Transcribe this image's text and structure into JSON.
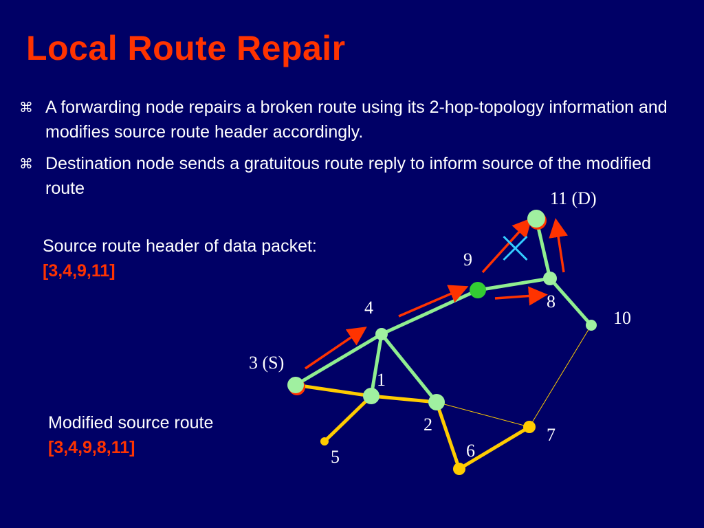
{
  "slide": {
    "title": "Local Route Repair",
    "bullet_icon": "cmd-key-icon",
    "bullets": [
      "A forwarding node repairs a broken route using its 2-hop-topology information and modifies source route header accordingly.",
      "Destination node sends a gratuitous route reply to inform source of the modified route"
    ],
    "header_note": {
      "text": "Source route header of data packet: ",
      "route": "[3,4,9,11]"
    },
    "modified_note": {
      "text": "Modified source route",
      "route": "[3,4,9,8,11]"
    }
  },
  "colors": {
    "background": "#000066",
    "title": "#ff3300",
    "route_highlight": "#ff3300",
    "green_node": "#a0f0a0",
    "green_link": "#90ee90",
    "yellow_node": "#ffcc00",
    "yellow_link": "#ffcc00",
    "node_9": "#33cc33",
    "arrow": "#ff3300",
    "break_mark": "#33ccff"
  },
  "graph": {
    "nodes": [
      {
        "id": "3",
        "label": "3 (S)",
        "color": "green",
        "role": "source"
      },
      {
        "id": "4",
        "label": "4",
        "color": "green"
      },
      {
        "id": "1",
        "label": "1",
        "color": "green"
      },
      {
        "id": "2",
        "label": "2",
        "color": "green"
      },
      {
        "id": "9",
        "label": "9",
        "color": "dark-green"
      },
      {
        "id": "11",
        "label": "11 (D)",
        "color": "green",
        "role": "destination"
      },
      {
        "id": "8",
        "label": "8",
        "color": "green"
      },
      {
        "id": "10",
        "label": "10",
        "color": "green"
      },
      {
        "id": "5",
        "label": "5",
        "color": "yellow"
      },
      {
        "id": "6",
        "label": "6",
        "color": "yellow"
      },
      {
        "id": "7",
        "label": "7",
        "color": "yellow"
      }
    ],
    "links": [
      {
        "from": "3",
        "to": "4",
        "style": "green"
      },
      {
        "from": "4",
        "to": "9",
        "style": "green"
      },
      {
        "from": "4",
        "to": "1",
        "style": "green"
      },
      {
        "from": "4",
        "to": "2",
        "style": "green"
      },
      {
        "from": "9",
        "to": "8",
        "style": "green"
      },
      {
        "from": "8",
        "to": "11",
        "style": "green"
      },
      {
        "from": "8",
        "to": "10",
        "style": "green"
      },
      {
        "from": "3",
        "to": "1",
        "style": "yellow"
      },
      {
        "from": "1",
        "to": "2",
        "style": "yellow"
      },
      {
        "from": "1",
        "to": "5",
        "style": "yellow"
      },
      {
        "from": "2",
        "to": "6",
        "style": "yellow"
      },
      {
        "from": "6",
        "to": "7",
        "style": "yellow"
      },
      {
        "from": "2",
        "to": "7",
        "style": "thin"
      },
      {
        "from": "10",
        "to": "7",
        "style": "thin"
      }
    ],
    "route_arrows": [
      {
        "from": "3",
        "to": "4"
      },
      {
        "from": "4",
        "to": "9"
      },
      {
        "from": "9",
        "to": "11",
        "broken": true
      },
      {
        "from": "9",
        "to": "8"
      },
      {
        "from": "8",
        "to": "11"
      }
    ]
  }
}
